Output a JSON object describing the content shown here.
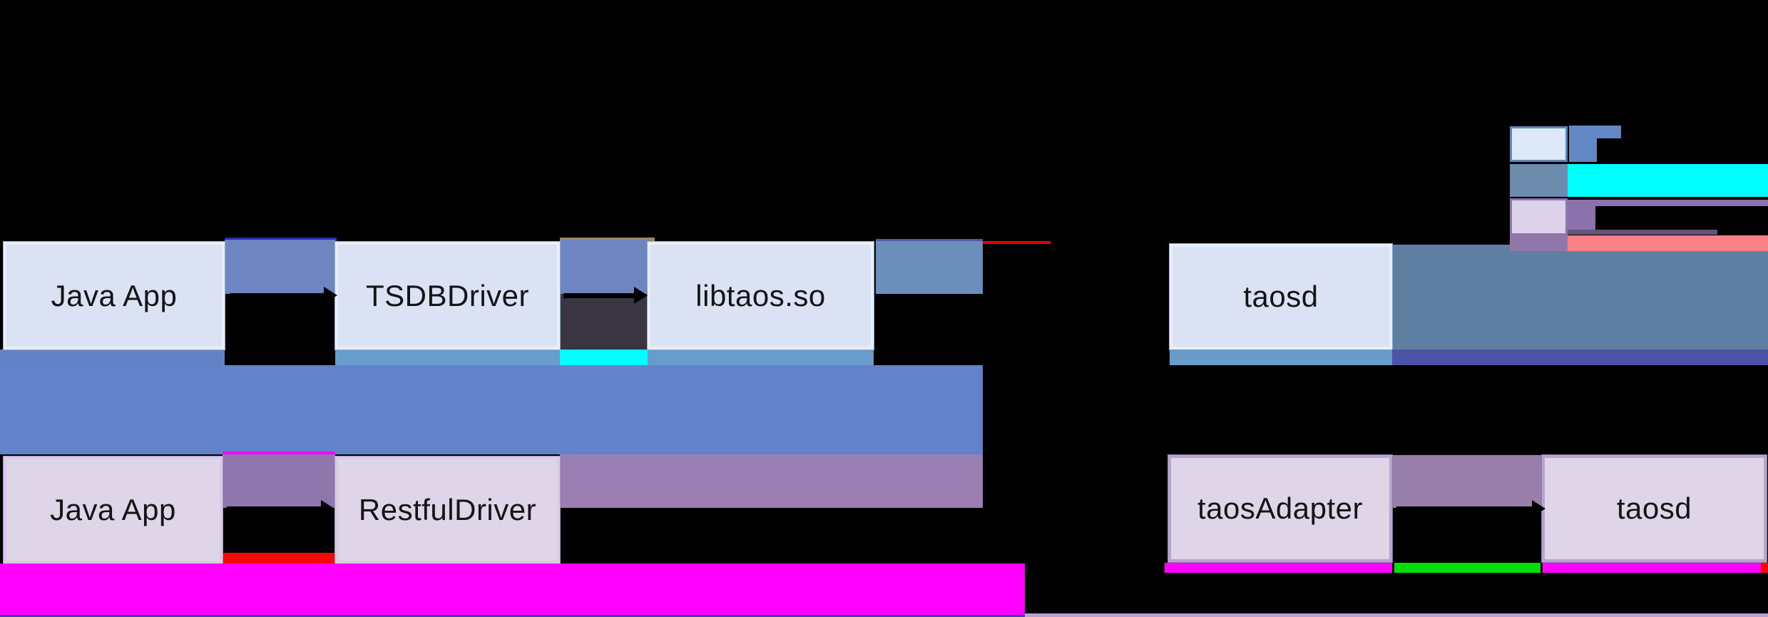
{
  "diagram_type": "architecture-flow",
  "flows": {
    "jni": {
      "boxes": [
        {
          "label": "Java App"
        },
        {
          "label": "TSDBDriver"
        },
        {
          "label": "libtaos.so"
        },
        {
          "label": "taosd"
        }
      ]
    },
    "restful": {
      "boxes": [
        {
          "label": "Java App"
        },
        {
          "label": "RestfulDriver"
        },
        {
          "label": "taosAdapter"
        },
        {
          "label": "taosd"
        }
      ]
    }
  },
  "legend": {
    "swatches": [
      {
        "name": "light-blue-swatch",
        "fill": "#dce7f7",
        "border": "#5b87b8",
        "bar": "#6286c4"
      },
      {
        "name": "steel-swatch",
        "fill": "#6d8cab",
        "border": "#6d8cab",
        "bar": "#00ffff"
      },
      {
        "name": "lavender-swatch",
        "fill": "#ddd3e8",
        "border": "#8e77ad",
        "bar": "#8b72ad"
      },
      {
        "name": "mauve-swatch",
        "fill": "#9077a8",
        "border": "#9077a8",
        "bar": "#fb8086"
      }
    ]
  },
  "colors": {
    "background": "#000000",
    "box_blue": "#d9e3f4",
    "box_lavender": "#ded5e9",
    "gap_blue": "#6d86c2",
    "jvm_band": "#6283ca",
    "steel_server_band": "#5f7ea4",
    "light_steel_strip": "#679bca",
    "steel_stub": "#6b8fba",
    "indigo_strip": "#4d53a5",
    "dark_block": "#3a3443",
    "mauve_band": "#9b7fb4",
    "gap_mauve": "#8f76ad",
    "cyan": "#00ffff",
    "magenta": "#ff00ff",
    "green": "#00dd08",
    "red": "#ff0000",
    "salmon": "#fb8086",
    "legend_blue_bar": "#6286c4",
    "legend_purple_bar": "#8b72ad",
    "bottom_line_left": "#3846ae",
    "bottom_line_right": "#b9a2d2"
  }
}
